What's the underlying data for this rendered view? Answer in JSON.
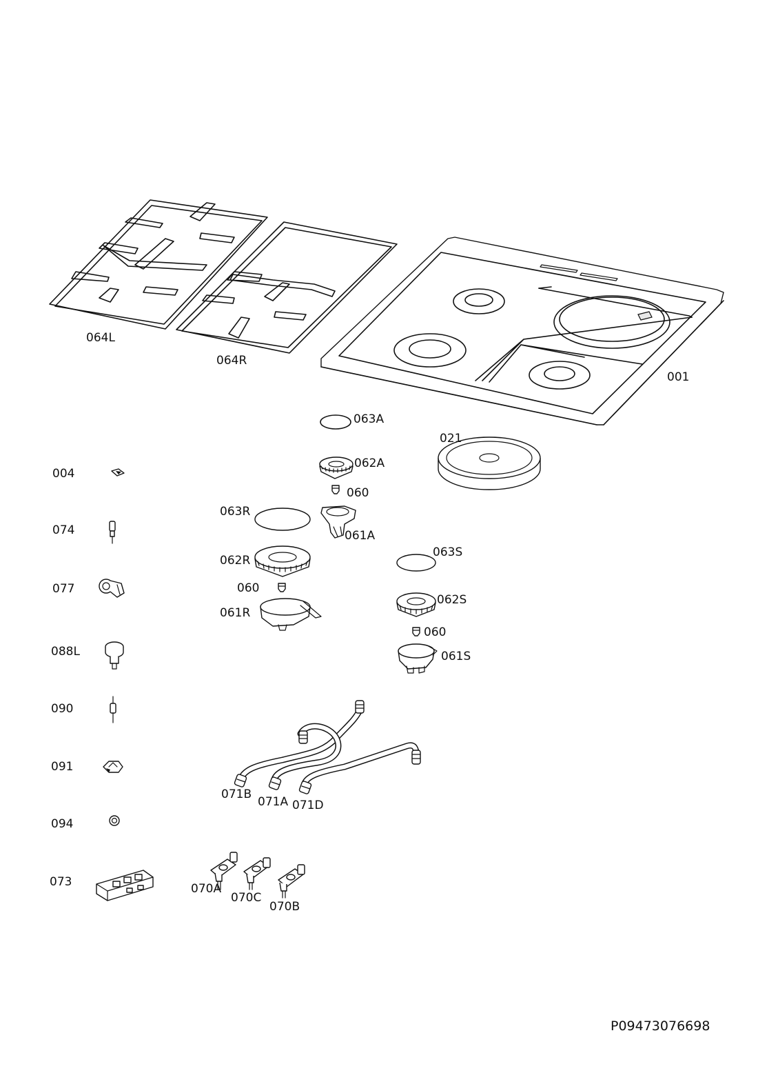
{
  "document_code": "P09473076698",
  "labels": {
    "p064L": "064L",
    "p064R": "064R",
    "p001": "001",
    "p063A": "063A",
    "p021": "021",
    "p062A": "062A",
    "p060a": "060",
    "p063R": "063R",
    "p061A": "061A",
    "p062R": "062R",
    "p063S": "063S",
    "p060b": "060",
    "p061R": "061R",
    "p062S": "062S",
    "p060c": "060",
    "p061S": "061S",
    "p004": "004",
    "p074": "074",
    "p077": "077",
    "p088L": "088L",
    "p090": "090",
    "p091": "091",
    "p094": "094",
    "p073": "073",
    "p071B": "071B",
    "p071A": "071A",
    "p071D": "071D",
    "p070A": "070A",
    "p070C": "070C",
    "p070B": "070B"
  }
}
